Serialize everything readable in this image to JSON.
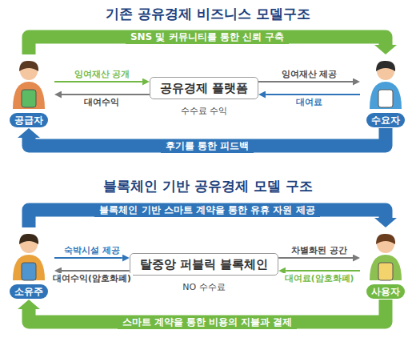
{
  "diagram": {
    "title": "기존 공유경제 비즈니스 모델구조",
    "nodes": [
      {
        "text": [
          "공급자"
        ]
      },
      {
        "text": [
          "공유경제 플랫폼"
        ]
      },
      {
        "text": [
          "수요자"
        ]
      },
      {
        "text": [
          "소유주"
        ]
      },
      {
        "text": [
          "탈중앙 퍼블릭 블록체인"
        ]
      },
      {
        "text": [
          "사용자"
        ]
      }
    ],
    "edges": [
      {
        "from": 0,
        "to": 1,
        "label": "잉여재산 공개",
        "arrow": "to"
      },
      {
        "from": 1,
        "to": 0,
        "label": "대여수익",
        "arrow": "to"
      },
      {
        "from": 1,
        "to": 2,
        "label": "잉여재산 제공",
        "arrow": "to"
      },
      {
        "from": 2,
        "to": 1,
        "label": "대여료",
        "arrow": "to"
      },
      {
        "from": 0,
        "to": 2,
        "label": "SNS 및 커뮤니티를 통한 신뢰 구축",
        "arrow": "to"
      },
      {
        "from": 2,
        "to": 0,
        "label": "후기를 통한 피드백",
        "arrow": "to"
      },
      {
        "from": 3,
        "to": 4,
        "label": "숙박시설 제공",
        "arrow": "to"
      },
      {
        "from": 4,
        "to": 3,
        "label": "대여수익(암호화폐)",
        "arrow": "to"
      },
      {
        "from": 4,
        "to": 5,
        "label": "차별화된 공간",
        "arrow": "to"
      },
      {
        "from": 5,
        "to": 4,
        "label": "대여료(암호화폐)",
        "arrow": "to"
      },
      {
        "from": 3,
        "to": 5,
        "label": "블록체인 기반 스마트 계약을 통한 유휴 자원 제공",
        "arrow": "to"
      },
      {
        "from": 5,
        "to": 3,
        "label": "스마트 계약을 통한 비용의 지불과 결제",
        "arrow": "to"
      }
    ],
    "labels": [
      "수수료 수익",
      "블록체인 기반 공유경제 모델 구조",
      "NO 수수료"
    ]
  }
}
